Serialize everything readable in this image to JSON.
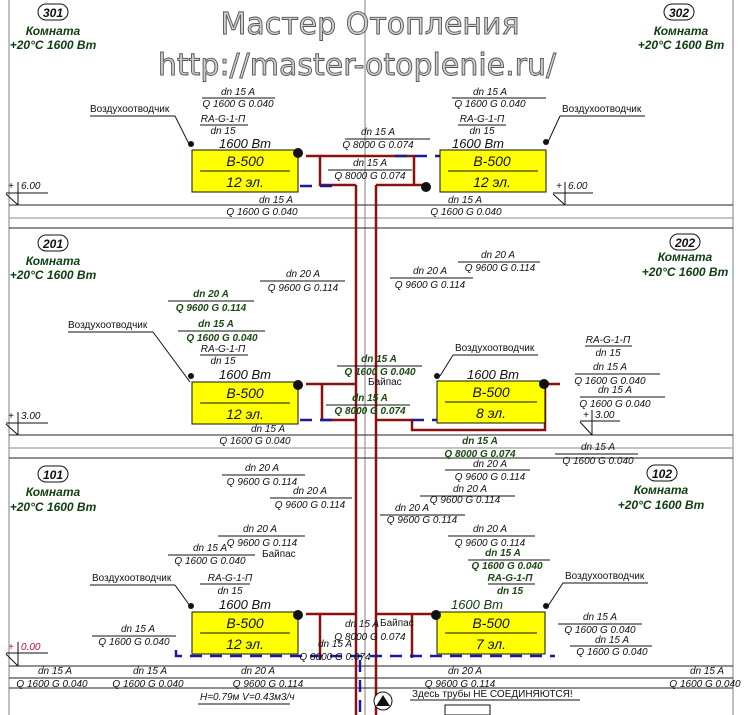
{
  "watermark": {
    "title": "Мастер Отопления",
    "url": "http://master-otoplenie.ru/"
  },
  "colors": {
    "supply_pipe": "#8b1010",
    "supply_pipe_light": "#d03030",
    "return_pipe": "#1a1a9c",
    "radiator_fill": "#ffff00",
    "room_text": "#0e3f10",
    "zero_level": "#c8102e",
    "grid_line": "#808080"
  },
  "rooms": [
    {
      "number": "301",
      "name": "Комната",
      "spec": "+20°C 1600 Bm"
    },
    {
      "number": "302",
      "name": "Комната",
      "spec": "+20°C 1600 Bm"
    },
    {
      "number": "201",
      "name": "Комната",
      "spec": "+20°C 1600 Bm"
    },
    {
      "number": "202",
      "name": "Комната",
      "spec": "+20°C 1600 Bm"
    },
    {
      "number": "101",
      "name": "Комната",
      "spec": "+20°C 1600 Bm"
    },
    {
      "number": "102",
      "name": "Комната",
      "spec": "+20°C 1600 Bm"
    }
  ],
  "levels": [
    {
      "sign": "+",
      "value": "6.00"
    },
    {
      "sign": "+",
      "value": "6.00"
    },
    {
      "sign": "+",
      "value": "3.00"
    },
    {
      "sign": "+",
      "value": "3.00"
    },
    {
      "sign": "+",
      "value": "0.00"
    }
  ],
  "radiators": [
    {
      "id": "301",
      "power": "1600 Bm",
      "model": "B-500",
      "sections": "12 эл."
    },
    {
      "id": "302",
      "power": "1600 Bm",
      "model": "B-500",
      "sections": "12 эл."
    },
    {
      "id": "201",
      "power": "1600 Bm",
      "model": "B-500",
      "sections": "12 эл."
    },
    {
      "id": "202",
      "power": "1600 Bm",
      "model": "B-500",
      "sections": "8 эл."
    },
    {
      "id": "101",
      "power": "1600 Bm",
      "model": "B-500",
      "sections": "12 эл."
    },
    {
      "id": "102",
      "power": "1600 Bm",
      "model": "B-500",
      "sections": "7 эл."
    }
  ],
  "terms": {
    "air_vent": "Воздухоотводчик",
    "valve": "RA-G-1-П",
    "valve_dn": "dn 15",
    "bypass": "Байпас",
    "not_connected": "Здесь трубы НЕ СОЕДИНЯЮТСЯ!",
    "pump": "H=0.79м  V=0.43м3/ч"
  },
  "pipes": {
    "dn15": "dn 15 A",
    "dn20": "dn 20 A",
    "q1600": "Q 1600  G 0.040",
    "q8000": "Q 8000  G 0.074",
    "q9600": "Q 9600  G 0.114"
  }
}
